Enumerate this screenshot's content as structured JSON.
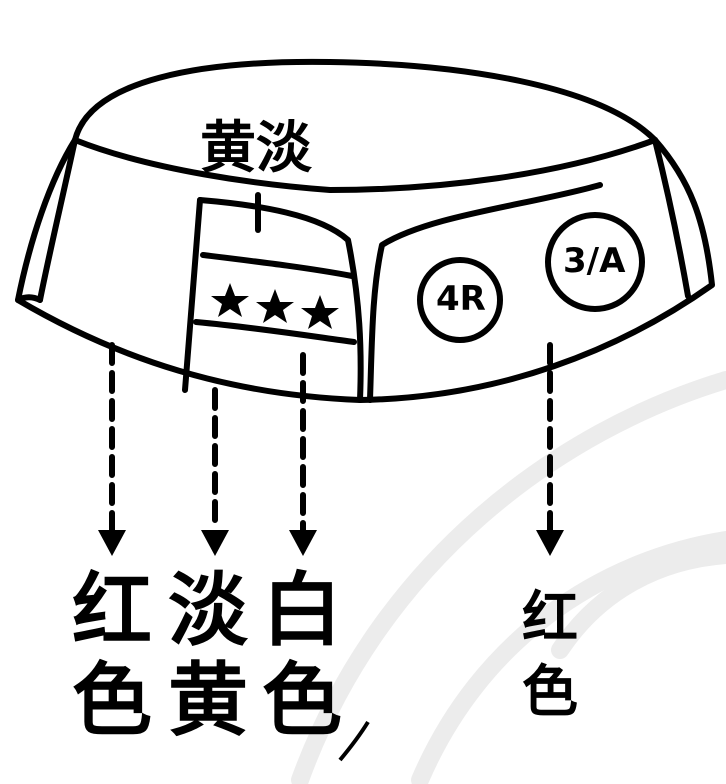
{
  "labels": {
    "top": "黄淡",
    "bottom_1": [
      "红",
      "色"
    ],
    "bottom_2": [
      "淡",
      "黄"
    ],
    "bottom_3": [
      "白",
      "色"
    ],
    "bottom_right": [
      "红",
      "色"
    ]
  },
  "badges": {
    "left": "4R",
    "right": "3/A"
  },
  "colors": {
    "ink": "#000000",
    "paper": "#ffffff",
    "watermark": "#ececec"
  }
}
